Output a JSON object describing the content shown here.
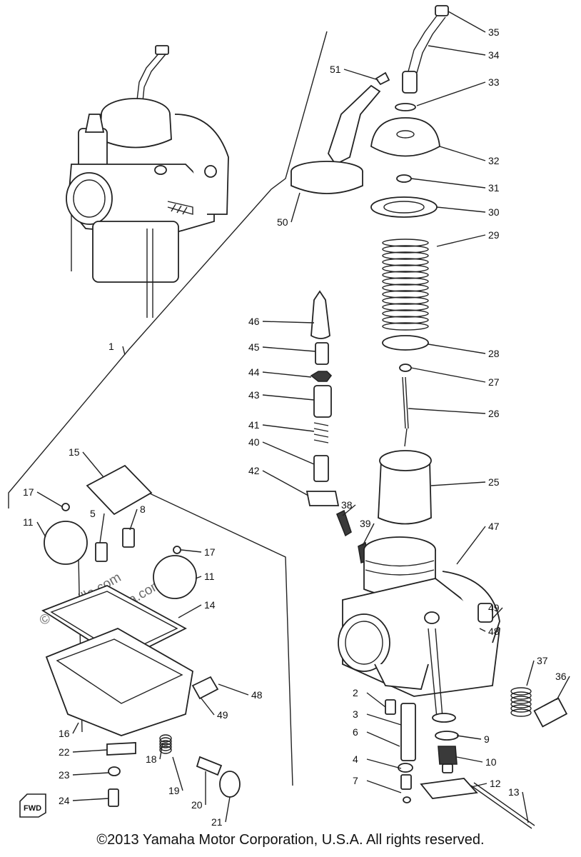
{
  "watermarks": [
    "© Partzilla.com",
    "© Partzilla.com"
  ],
  "callouts": [
    "35",
    "34",
    "51",
    "33",
    "32",
    "50",
    "31",
    "30",
    "29",
    "46",
    "28",
    "45",
    "27",
    "44",
    "43",
    "26",
    "41",
    "40",
    "42",
    "25",
    "38",
    "39",
    "47",
    "1",
    "15",
    "17",
    "11",
    "5",
    "8",
    "17",
    "11",
    "14",
    "49",
    "48",
    "16",
    "48",
    "49",
    "37",
    "36",
    "2",
    "3",
    "9",
    "6",
    "22",
    "10",
    "4",
    "23",
    "18",
    "12",
    "7",
    "13",
    "24",
    "19",
    "20",
    "21"
  ],
  "fwd_label": "FWD",
  "copyright": "©2013 Yamaha Motor Corporation, U.S.A. All rights reserved."
}
